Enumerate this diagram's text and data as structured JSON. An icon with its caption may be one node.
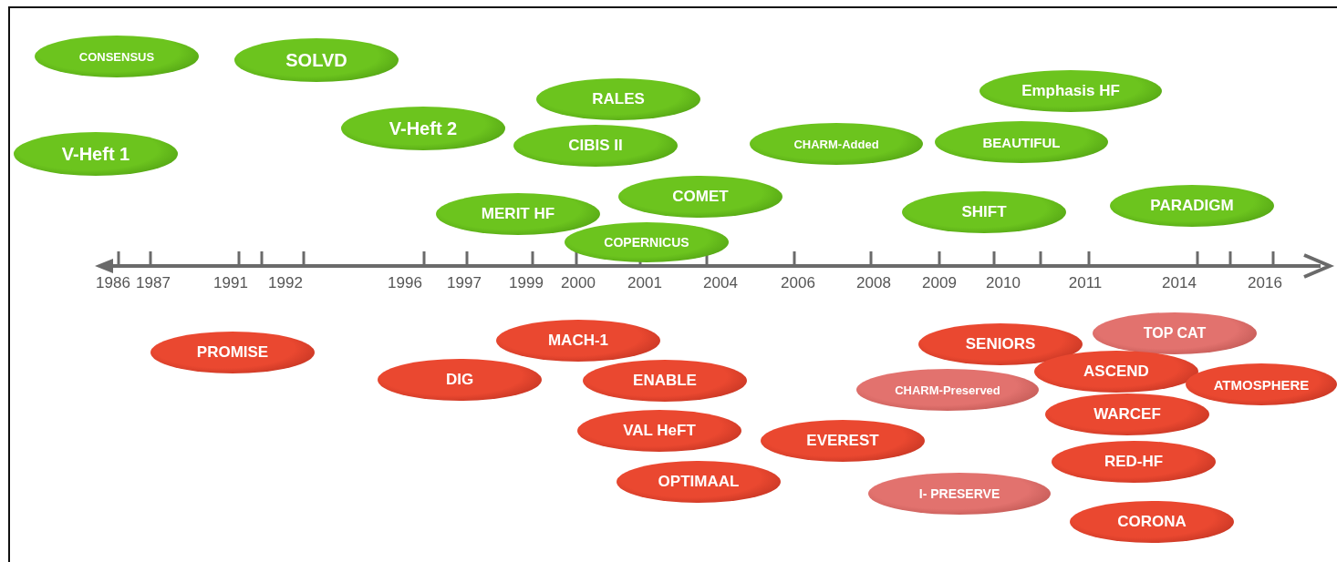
{
  "diagram": {
    "nodes": [
      {
        "text": [
          "CONSENSUS"
        ]
      },
      {
        "text": [
          "SOLVD"
        ]
      },
      {
        "text": [
          "Emphasis HF"
        ]
      },
      {
        "text": [
          "RALES"
        ]
      },
      {
        "text": [
          "V-Heft 2"
        ]
      },
      {
        "text": [
          "CIBIS II"
        ]
      },
      {
        "text": [
          "CHARM-Added"
        ]
      },
      {
        "text": [
          "BEAUTIFUL"
        ]
      },
      {
        "text": [
          "V-Heft 1"
        ]
      },
      {
        "text": [
          "COMET"
        ]
      },
      {
        "text": [
          "PARADIGM"
        ]
      },
      {
        "text": [
          "MERIT HF"
        ]
      },
      {
        "text": [
          "SHIFT"
        ]
      },
      {
        "text": [
          "COPERNICUS"
        ]
      },
      {
        "text": [
          "TOP CAT"
        ]
      },
      {
        "text": [
          "MACH-1"
        ]
      },
      {
        "text": [
          "SENIORS"
        ]
      },
      {
        "text": [
          "PROMISE"
        ]
      },
      {
        "text": [
          "ASCEND"
        ]
      },
      {
        "text": [
          "DIG"
        ]
      },
      {
        "text": [
          "ENABLE"
        ]
      },
      {
        "text": [
          "CHARM-Preserved"
        ]
      },
      {
        "text": [
          "ATMOSPHERE"
        ]
      },
      {
        "text": [
          "WARCEF"
        ]
      },
      {
        "text": [
          "VAL HeFT"
        ]
      },
      {
        "text": [
          "EVEREST"
        ]
      },
      {
        "text": [
          "RED-HF"
        ]
      },
      {
        "text": [
          "OPTIMAAL"
        ]
      },
      {
        "text": [
          "I- PRESERVE"
        ]
      },
      {
        "text": [
          "CORONA"
        ]
      }
    ],
    "labels": [
      "1986",
      "1987",
      "1991",
      "1992",
      "1996",
      "1997",
      "1999",
      "2000",
      "2001",
      "2004",
      "2006",
      "2008",
      "2009",
      "2010",
      "2011",
      "2014",
      "2016"
    ]
  }
}
